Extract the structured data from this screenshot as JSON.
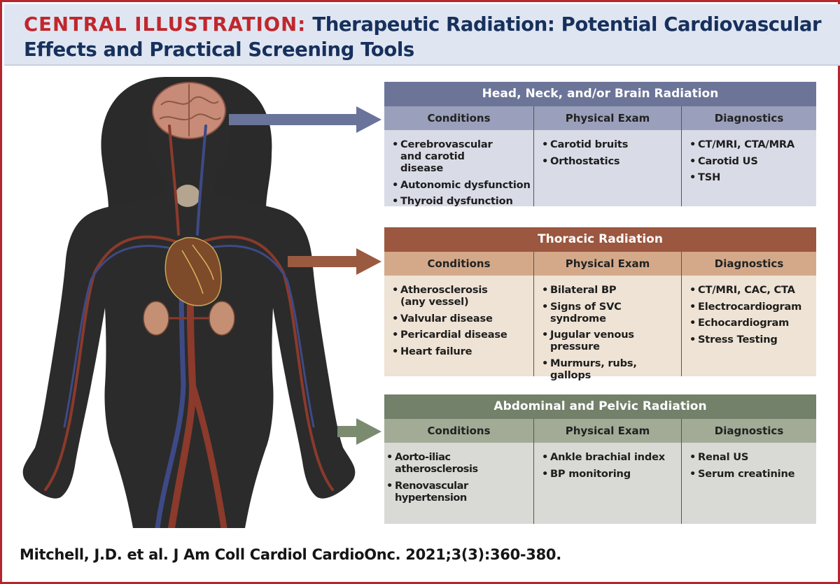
{
  "title": {
    "lead": "CENTRAL ILLUSTRATION:",
    "rest": "Therapeutic Radiation: Potential Cardiovascular Effects and Practical Screening Tools"
  },
  "colors": {
    "head_header": "#6c7598",
    "head_sub": "#9aa0bb",
    "head_body": "#d9dbe6",
    "thoracic_header": "#9b5740",
    "thoracic_sub": "#d4a98a",
    "thoracic_body": "#eee3d4",
    "abdominal_header": "#73806a",
    "abdominal_sub": "#a2ab96",
    "abdominal_body": "#d9dad5",
    "arrow_blue": "#6a749a",
    "arrow_brown": "#9a5a40",
    "arrow_green": "#7a8b70",
    "accent_red": "#c0272d",
    "title_navy": "#17305c"
  },
  "panels": [
    {
      "key": "head",
      "title": "Head, Neck, and/or Brain Radiation",
      "columns": [
        {
          "header": "Conditions",
          "items": [
            "Cerebrovascular and carotid disease",
            "Autonomic dysfunction",
            "Thyroid dysfunction"
          ]
        },
        {
          "header": "Physical Exam",
          "items": [
            "Carotid bruits",
            "Orthostatics"
          ]
        },
        {
          "header": "Diagnostics",
          "items": [
            "CT/MRI, CTA/MRA",
            "Carotid US",
            "TSH"
          ]
        }
      ]
    },
    {
      "key": "thoracic",
      "title": "Thoracic Radiation",
      "columns": [
        {
          "header": "Conditions",
          "items": [
            "Atherosclerosis (any vessel)",
            "Valvular disease",
            "Pericardial disease",
            "Heart failure"
          ]
        },
        {
          "header": "Physical Exam",
          "items": [
            "Bilateral BP",
            "Signs of SVC syndrome",
            "Jugular venous pressure",
            "Murmurs, rubs, gallops"
          ]
        },
        {
          "header": "Diagnostics",
          "items": [
            "CT/MRI, CAC, CTA",
            "Electrocardiogram",
            "Echocardiogram",
            "Stress Testing"
          ]
        }
      ]
    },
    {
      "key": "abdominal",
      "title": "Abdominal and Pelvic Radiation",
      "columns": [
        {
          "header": "Conditions",
          "items": [
            "Aorto-iliac atherosclerosis",
            "Renovascular hypertension"
          ]
        },
        {
          "header": "Physical Exam",
          "items": [
            "Ankle brachial index",
            "BP monitoring"
          ]
        },
        {
          "header": "Diagnostics",
          "items": [
            "Renal US",
            "Serum creatinine"
          ]
        }
      ]
    }
  ],
  "citation": "Mitchell, J.D. et al. J Am Coll Cardiol CardioOnc. 2021;3(3):360-380."
}
